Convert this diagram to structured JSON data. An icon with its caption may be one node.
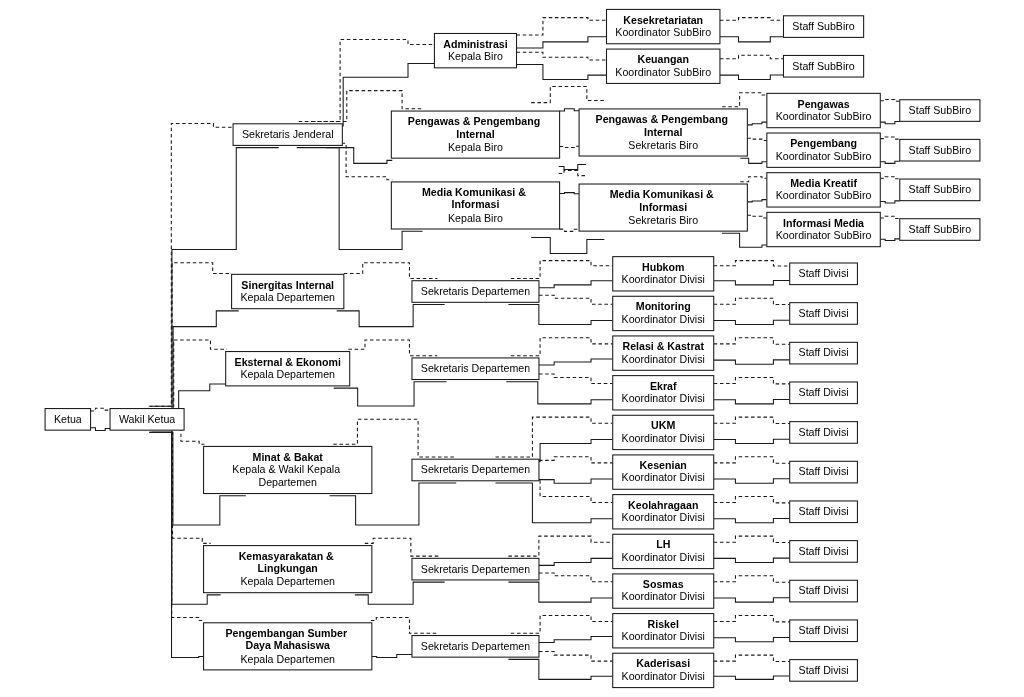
{
  "diagram": {
    "nodes": [
      {
        "text": [
          "Ketua"
        ]
      },
      {
        "text": [
          "Wakil Ketua"
        ]
      },
      {
        "text": [
          "Sekretaris Jenderal"
        ]
      },
      {
        "text": [
          "Administrasi",
          "Kepala Biro"
        ]
      },
      {
        "text": [
          "Pengawas & Pengembang Internal",
          "Kepala Biro"
        ]
      },
      {
        "text": [
          "Media Komunikasi & Informasi",
          "Kepala Biro"
        ]
      },
      {
        "text": [
          "Kesekretariatan",
          "Koordinator SubBiro"
        ]
      },
      {
        "text": [
          "Keuangan",
          "Koordinator SubBiro"
        ]
      },
      {
        "text": [
          "Pengawas & Pengembang Internal",
          "Sekretaris Biro"
        ]
      },
      {
        "text": [
          "Media Komunikasi & Informasi",
          "Sekretaris Biro"
        ]
      },
      {
        "text": [
          "Staff SubBiro"
        ]
      },
      {
        "text": [
          "Staff SubBiro"
        ]
      },
      {
        "text": [
          "Pengawas",
          "Koordinator SubBiro"
        ]
      },
      {
        "text": [
          "Pengembang",
          "Koordinator SubBiro"
        ]
      },
      {
        "text": [
          "Media Kreatif",
          "Koordinator SubBiro"
        ]
      },
      {
        "text": [
          "Informasi Media",
          "Koordinator SubBiro"
        ]
      },
      {
        "text": [
          "Staff SubBiro"
        ]
      },
      {
        "text": [
          "Staff SubBiro"
        ]
      },
      {
        "text": [
          "Staff SubBiro"
        ]
      },
      {
        "text": [
          "Staff SubBiro"
        ]
      },
      {
        "text": [
          "Sinergitas Internal",
          "Kepala Departemen"
        ]
      },
      {
        "text": [
          "Eksternal & Ekonomi",
          "Kepala Departemen"
        ]
      },
      {
        "text": [
          "Minat & Bakat",
          "Kepala & Wakil Kepala Departemen"
        ]
      },
      {
        "text": [
          "Kemasyarakatan & Lingkungan",
          "Kepala Departemen"
        ]
      },
      {
        "text": [
          "Pengembangan Sumber Daya Mahasiswa",
          "Kepala Departemen"
        ]
      },
      {
        "text": [
          "Sekretaris Departemen"
        ]
      },
      {
        "text": [
          "Sekretaris Departemen"
        ]
      },
      {
        "text": [
          "Sekretaris Departemen"
        ]
      },
      {
        "text": [
          "Sekretaris Departemen"
        ]
      },
      {
        "text": [
          "Sekretaris Departemen"
        ]
      },
      {
        "text": [
          "Hubkom",
          "Koordinator Divisi"
        ]
      },
      {
        "text": [
          "Monitoring",
          "Koordinator Divisi"
        ]
      },
      {
        "text": [
          "Relasi & Kastrat",
          "Koordinator Divisi"
        ]
      },
      {
        "text": [
          "Ekraf",
          "Koordinator Divisi"
        ]
      },
      {
        "text": [
          "UKM",
          "Koordinator Divisi"
        ]
      },
      {
        "text": [
          "Kesenian",
          "Koordinator Divisi"
        ]
      },
      {
        "text": [
          "Keolahragaan",
          "Koordinator Divisi"
        ]
      },
      {
        "text": [
          "LH",
          "Koordinator Divisi"
        ]
      },
      {
        "text": [
          "Sosmas",
          "Koordinator Divisi"
        ]
      },
      {
        "text": [
          "Riskel",
          "Koordinator Divisi"
        ]
      },
      {
        "text": [
          "Kaderisasi",
          "Koordinator Divisi"
        ]
      },
      {
        "text": [
          "Staff Divisi"
        ]
      },
      {
        "text": [
          "Staff Divisi"
        ]
      },
      {
        "text": [
          "Staff Divisi"
        ]
      },
      {
        "text": [
          "Staff Divisi"
        ]
      },
      {
        "text": [
          "Staff Divisi"
        ]
      },
      {
        "text": [
          "Staff Divisi"
        ]
      },
      {
        "text": [
          "Staff Divisi"
        ]
      },
      {
        "text": [
          "Staff Divisi"
        ]
      },
      {
        "text": [
          "Staff Divisi"
        ]
      },
      {
        "text": [
          "Staff Divisi"
        ]
      },
      {
        "text": [
          "Staff Divisi"
        ]
      }
    ],
    "edges": [
      {
        "from": 0,
        "to": 1,
        "arrow": "none",
        "style": "dashed"
      },
      {
        "from": 0,
        "to": 1,
        "arrow": "none"
      },
      {
        "from": 1,
        "to": 2,
        "arrow": "none",
        "style": "dashed"
      },
      {
        "from": 1,
        "to": 2,
        "arrow": "none"
      },
      {
        "from": 1,
        "to": 20,
        "arrow": "none",
        "style": "dashed"
      },
      {
        "from": 1,
        "to": 20,
        "arrow": "none"
      },
      {
        "from": 1,
        "to": 21,
        "arrow": "none",
        "style": "dashed"
      },
      {
        "from": 1,
        "to": 21,
        "arrow": "none"
      },
      {
        "from": 1,
        "to": 22,
        "arrow": "none",
        "style": "dashed"
      },
      {
        "from": 1,
        "to": 22,
        "arrow": "none"
      },
      {
        "from": 1,
        "to": 23,
        "arrow": "none",
        "style": "dashed"
      },
      {
        "from": 1,
        "to": 23,
        "arrow": "none"
      },
      {
        "from": 1,
        "to": 24,
        "arrow": "none",
        "style": "dashed"
      },
      {
        "from": 1,
        "to": 24,
        "arrow": "none"
      },
      {
        "from": 2,
        "to": 3,
        "arrow": "none",
        "style": "dashed"
      },
      {
        "from": 2,
        "to": 3,
        "arrow": "none"
      },
      {
        "from": 2,
        "to": 4,
        "arrow": "none",
        "style": "dashed"
      },
      {
        "from": 2,
        "to": 4,
        "arrow": "none"
      },
      {
        "from": 2,
        "to": 5,
        "arrow": "none",
        "style": "dashed"
      },
      {
        "from": 2,
        "to": 5,
        "arrow": "none"
      },
      {
        "from": 3,
        "to": 6,
        "arrow": "none",
        "style": "dashed"
      },
      {
        "from": 3,
        "to": 6,
        "arrow": "none"
      },
      {
        "from": 3,
        "to": 7,
        "arrow": "none",
        "style": "dashed"
      },
      {
        "from": 3,
        "to": 7,
        "arrow": "none"
      },
      {
        "from": 4,
        "to": 8,
        "arrow": "none",
        "style": "dashed"
      },
      {
        "from": 4,
        "to": 8,
        "arrow": "none"
      },
      {
        "from": 4,
        "to": 8,
        "arrow": "none",
        "style": "dashed"
      },
      {
        "from": 4,
        "to": 8,
        "arrow": "none"
      },
      {
        "from": 5,
        "to": 9,
        "arrow": "none",
        "style": "dashed"
      },
      {
        "from": 5,
        "to": 9,
        "arrow": "none"
      },
      {
        "from": 5,
        "to": 9,
        "arrow": "none",
        "style": "dashed"
      },
      {
        "from": 5,
        "to": 9,
        "arrow": "none"
      },
      {
        "from": 6,
        "to": 10,
        "arrow": "none",
        "style": "dashed"
      },
      {
        "from": 6,
        "to": 10,
        "arrow": "none"
      },
      {
        "from": 7,
        "to": 11,
        "arrow": "none",
        "style": "dashed"
      },
      {
        "from": 7,
        "to": 11,
        "arrow": "none"
      },
      {
        "from": 8,
        "to": 12,
        "arrow": "none",
        "style": "dashed"
      },
      {
        "from": 8,
        "to": 12,
        "arrow": "none"
      },
      {
        "from": 8,
        "to": 13,
        "arrow": "none",
        "style": "dashed"
      },
      {
        "from": 8,
        "to": 13,
        "arrow": "none"
      },
      {
        "from": 9,
        "to": 14,
        "arrow": "none",
        "style": "dashed"
      },
      {
        "from": 9,
        "to": 14,
        "arrow": "none"
      },
      {
        "from": 9,
        "to": 15,
        "arrow": "none",
        "style": "dashed"
      },
      {
        "from": 9,
        "to": 15,
        "arrow": "none"
      },
      {
        "from": 12,
        "to": 16,
        "arrow": "none",
        "style": "dashed"
      },
      {
        "from": 12,
        "to": 16,
        "arrow": "none"
      },
      {
        "from": 13,
        "to": 17,
        "arrow": "none",
        "style": "dashed"
      },
      {
        "from": 13,
        "to": 17,
        "arrow": "none"
      },
      {
        "from": 14,
        "to": 18,
        "arrow": "none",
        "style": "dashed"
      },
      {
        "from": 14,
        "to": 18,
        "arrow": "none"
      },
      {
        "from": 15,
        "to": 19,
        "arrow": "none",
        "style": "dashed"
      },
      {
        "from": 15,
        "to": 19,
        "arrow": "none"
      },
      {
        "from": 20,
        "to": 25,
        "arrow": "none",
        "style": "dashed"
      },
      {
        "from": 20,
        "to": 25,
        "arrow": "none"
      },
      {
        "from": 21,
        "to": 26,
        "arrow": "none",
        "style": "dashed"
      },
      {
        "from": 21,
        "to": 26,
        "arrow": "none"
      },
      {
        "from": 22,
        "to": 27,
        "arrow": "none",
        "style": "dashed"
      },
      {
        "from": 22,
        "to": 27,
        "arrow": "none"
      },
      {
        "from": 23,
        "to": 28,
        "arrow": "none",
        "style": "dashed"
      },
      {
        "from": 23,
        "to": 28,
        "arrow": "none"
      },
      {
        "from": 24,
        "to": 29,
        "arrow": "none",
        "style": "dashed"
      },
      {
        "from": 24,
        "to": 29,
        "arrow": "none"
      },
      {
        "from": 25,
        "to": 30,
        "arrow": "none",
        "style": "dashed"
      },
      {
        "from": 25,
        "to": 30,
        "arrow": "none"
      },
      {
        "from": 25,
        "to": 31,
        "arrow": "none",
        "style": "dashed"
      },
      {
        "from": 25,
        "to": 31,
        "arrow": "none"
      },
      {
        "from": 26,
        "to": 32,
        "arrow": "none",
        "style": "dashed"
      },
      {
        "from": 26,
        "to": 32,
        "arrow": "none"
      },
      {
        "from": 26,
        "to": 33,
        "arrow": "none",
        "style": "dashed"
      },
      {
        "from": 26,
        "to": 33,
        "arrow": "none"
      },
      {
        "from": 27,
        "to": 34,
        "arrow": "none",
        "style": "dashed"
      },
      {
        "from": 27,
        "to": 34,
        "arrow": "none"
      },
      {
        "from": 27,
        "to": 35,
        "arrow": "none",
        "style": "dashed"
      },
      {
        "from": 27,
        "to": 35,
        "arrow": "none"
      },
      {
        "from": 27,
        "to": 36,
        "arrow": "none",
        "style": "dashed"
      },
      {
        "from": 27,
        "to": 36,
        "arrow": "none"
      },
      {
        "from": 28,
        "to": 37,
        "arrow": "none",
        "style": "dashed"
      },
      {
        "from": 28,
        "to": 37,
        "arrow": "none"
      },
      {
        "from": 28,
        "to": 38,
        "arrow": "none",
        "style": "dashed"
      },
      {
        "from": 28,
        "to": 38,
        "arrow": "none"
      },
      {
        "from": 29,
        "to": 39,
        "arrow": "none",
        "style": "dashed"
      },
      {
        "from": 29,
        "to": 39,
        "arrow": "none"
      },
      {
        "from": 29,
        "to": 40,
        "arrow": "none",
        "style": "dashed"
      },
      {
        "from": 29,
        "to": 40,
        "arrow": "none"
      },
      {
        "from": 30,
        "to": 41,
        "arrow": "none",
        "style": "dashed"
      },
      {
        "from": 30,
        "to": 41,
        "arrow": "none"
      },
      {
        "from": 31,
        "to": 42,
        "arrow": "none",
        "style": "dashed"
      },
      {
        "from": 31,
        "to": 42,
        "arrow": "none"
      },
      {
        "from": 32,
        "to": 43,
        "arrow": "none",
        "style": "dashed"
      },
      {
        "from": 32,
        "to": 43,
        "arrow": "none"
      },
      {
        "from": 33,
        "to": 44,
        "arrow": "none",
        "style": "dashed"
      },
      {
        "from": 33,
        "to": 44,
        "arrow": "none"
      },
      {
        "from": 34,
        "to": 45,
        "arrow": "none",
        "style": "dashed"
      },
      {
        "from": 34,
        "to": 45,
        "arrow": "none"
      },
      {
        "from": 35,
        "to": 46,
        "arrow": "none",
        "style": "dashed"
      },
      {
        "from": 35,
        "to": 46,
        "arrow": "none"
      },
      {
        "from": 36,
        "to": 47,
        "arrow": "none",
        "style": "dashed"
      },
      {
        "from": 36,
        "to": 47,
        "arrow": "none"
      },
      {
        "from": 37,
        "to": 48,
        "arrow": "none",
        "style": "dashed"
      },
      {
        "from": 37,
        "to": 48,
        "arrow": "none"
      },
      {
        "from": 38,
        "to": 49,
        "arrow": "none",
        "style": "dashed"
      },
      {
        "from": 38,
        "to": 49,
        "arrow": "none"
      },
      {
        "from": 39,
        "to": 50,
        "arrow": "none",
        "style": "dashed"
      },
      {
        "from": 39,
        "to": 50,
        "arrow": "none"
      },
      {
        "from": 40,
        "to": 51,
        "arrow": "none",
        "style": "dashed"
      },
      {
        "from": 40,
        "to": 51,
        "arrow": "none"
      }
    ]
  }
}
